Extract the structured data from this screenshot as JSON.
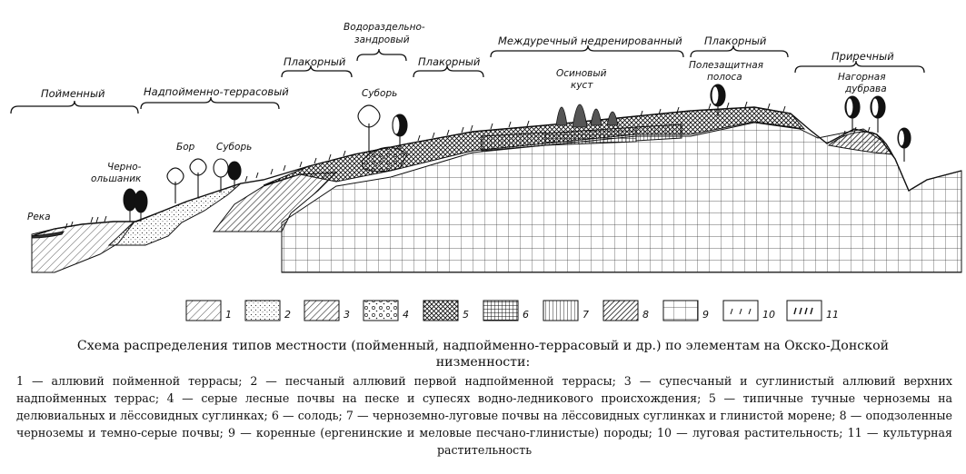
{
  "zones": {
    "poymenny": "Пойменный",
    "nadpoymenno": "Надпойменно-террасовый",
    "plakorny1": "Плакорный",
    "vodorazdel_line1": "Водораздельно-",
    "vodorazdel_line2": "зандровый",
    "plakorny2": "Плакорный",
    "mezhdurech": "Междуречный недренированный",
    "plakorny3": "Плакорный",
    "prirechny": "Приречный"
  },
  "plant_labels": {
    "reka": "Река",
    "chernoolsh_line1": "Черно-",
    "chernoolsh_line2": "ольшаник",
    "bor": "Бор",
    "subor1": "Суборь",
    "subor2": "Суборь",
    "osinovy_line1": "Осиновый",
    "osinovy_line2": "куст",
    "polezash_line1": "Полезащитная",
    "polezash_line2": "полоса",
    "nagornaya_line1": "Нагорная",
    "nagornaya_line2": "дубрава"
  },
  "legend": [
    "1",
    "2",
    "3",
    "4",
    "5",
    "6",
    "7",
    "8",
    "9",
    "10",
    "11"
  ],
  "caption": {
    "line1": "Схема распределения типов местности (пойменный, надпойменно-террасовый и др.) по элементам на Окско-Донской",
    "line2": "низменности:"
  },
  "legend_text": "1 — аллювий пойменной террасы; 2 — песчаный аллювий первой надпойменной террасы; 3 — супесчаный и суглинистый аллювий верхних надпойменных террас; 4 — серые лесные почвы на песке и супесях водно-ледникового происхождения; 5 — типичные тучные черноземы на делювиальных и лёссовидных суглинках; 6 — солодь; 7 — черноземно-луговые почвы на лёссовидных суглинках и глинистой морене; 8 — оподзоленные черноземы и темно-серые почвы; 9 — коренные (ергенинские и меловые песчано-глинистые) породы; 10 — луговая растительность; 11 — культурная растительность"
}
